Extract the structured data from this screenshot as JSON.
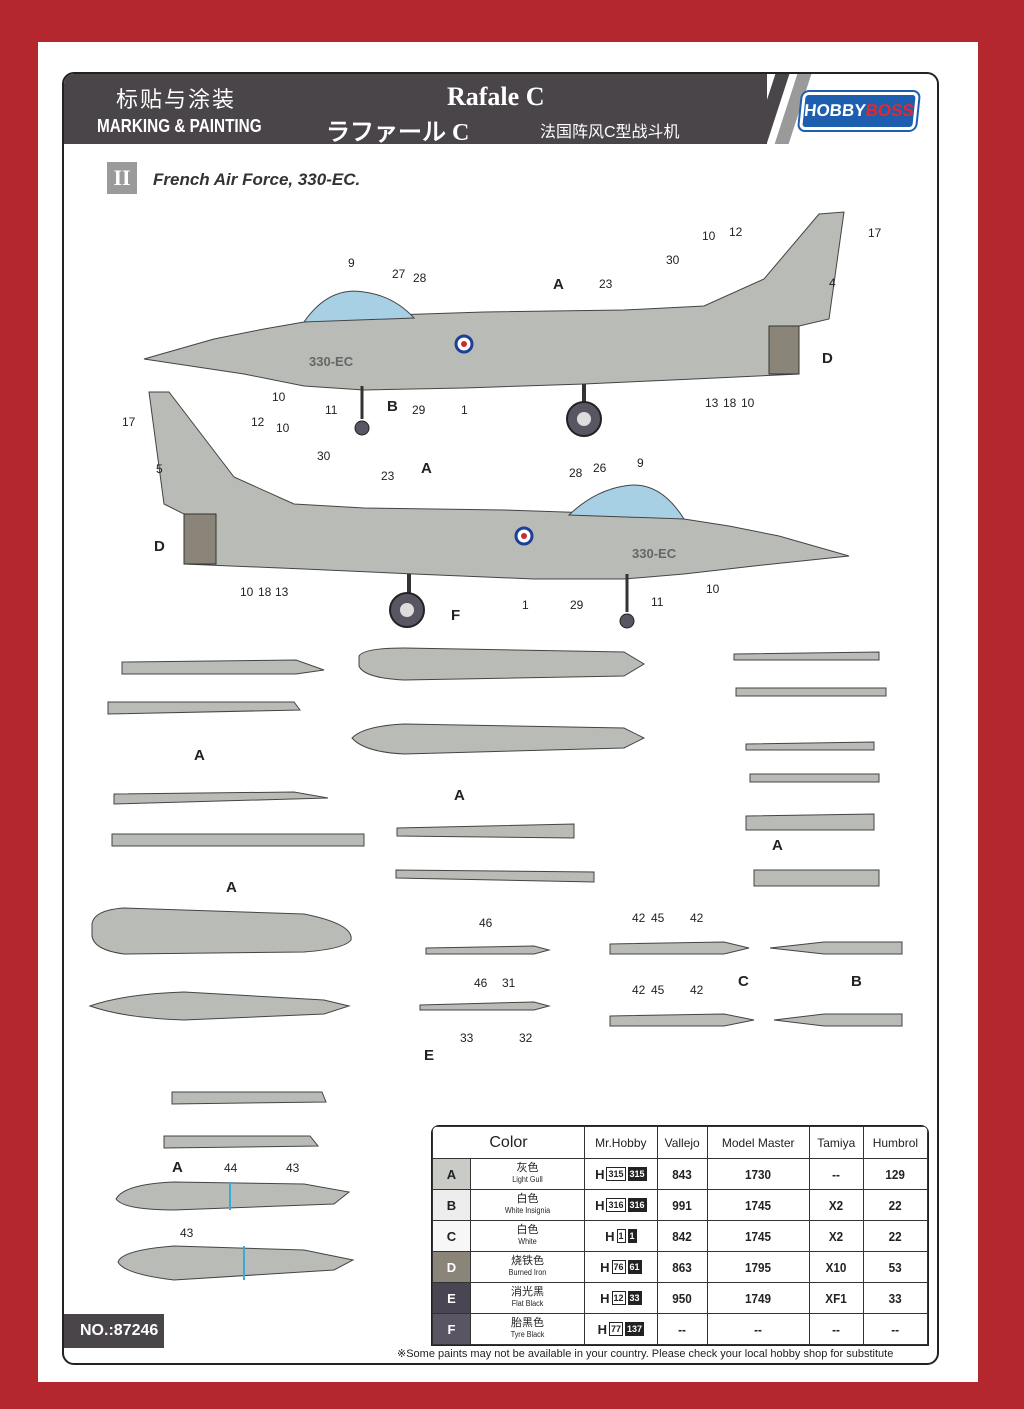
{
  "header": {
    "title_cn": "标贴与涂装",
    "title_en": "MARKING & PAINTING",
    "model_name": "Rafale C",
    "model_name_jp": "ラファール C",
    "model_name_cn": "法国阵风C型战斗机",
    "brand_left": "HOBBY",
    "brand_right": "BOSS"
  },
  "scheme": {
    "badge": "II",
    "title": "French Air Force, 330-EC."
  },
  "aircraft": {
    "side_marking": "330-EC",
    "top_callouts": [
      "9",
      "27",
      "28",
      "A",
      "23",
      "30",
      "10",
      "12",
      "17",
      "4",
      "D",
      "10",
      "11",
      "B",
      "29",
      "1",
      "13",
      "18",
      "10"
    ],
    "bottom_callouts": [
      "17",
      "12",
      "10",
      "5",
      "30",
      "A",
      "23",
      "28",
      "26",
      "9",
      "D",
      "10",
      "18",
      "13",
      "F",
      "1",
      "29",
      "11",
      "10"
    ]
  },
  "stores_callouts": {
    "a1": "A",
    "a2": "A",
    "a3": "A",
    "a4": "A",
    "a5": "A",
    "m46": "46",
    "m46b": "46",
    "m31": "31",
    "m33": "33",
    "m32": "32",
    "mE": "E",
    "p42a": "42",
    "p45a": "45",
    "p42b": "42",
    "p42c": "42",
    "p45b": "45",
    "p42d": "42",
    "c": "C",
    "b": "B",
    "k44": "44",
    "k43": "43",
    "k43b": "43"
  },
  "color_table": {
    "headers": [
      "Color",
      "Mr.Hobby",
      "Vallejo",
      "Model Master",
      "Tamiya",
      "Humbrol"
    ],
    "rows": [
      {
        "key": "A",
        "cn": "灰色",
        "en": "Light Gull",
        "mrh_prefix": "H",
        "mrh_a": "315",
        "mrh_b": "315",
        "vallejo": "843",
        "model_master": "1730",
        "tamiya": "--",
        "humbrol": "129",
        "swatch": "#c9cbc6"
      },
      {
        "key": "B",
        "cn": "白色",
        "en": "White Insignia",
        "mrh_prefix": "H",
        "mrh_a": "316",
        "mrh_b": "316",
        "vallejo": "991",
        "model_master": "1745",
        "tamiya": "X2",
        "humbrol": "22",
        "swatch": "#ededed"
      },
      {
        "key": "C",
        "cn": "白色",
        "en": "White",
        "mrh_prefix": "H",
        "mrh_a": "1",
        "mrh_b": "1",
        "vallejo": "842",
        "model_master": "1745",
        "tamiya": "X2",
        "humbrol": "22",
        "swatch": "#f7f7f7"
      },
      {
        "key": "D",
        "cn": "烧铁色",
        "en": "Burned Iron",
        "mrh_prefix": "H",
        "mrh_a": "76",
        "mrh_b": "61",
        "vallejo": "863",
        "model_master": "1795",
        "tamiya": "X10",
        "humbrol": "53",
        "swatch": "#8b8478"
      },
      {
        "key": "E",
        "cn": "消光黑",
        "en": "Flat Black",
        "mrh_prefix": "H",
        "mrh_a": "12",
        "mrh_b": "33",
        "vallejo": "950",
        "model_master": "1749",
        "tamiya": "XF1",
        "humbrol": "33",
        "swatch": "#4a4552"
      },
      {
        "key": "F",
        "cn": "胎黑色",
        "en": "Tyre Black",
        "mrh_prefix": "H",
        "mrh_a": "77",
        "mrh_b": "137",
        "vallejo": "--",
        "model_master": "--",
        "tamiya": "--",
        "humbrol": "--",
        "swatch": "#5a5562"
      }
    ]
  },
  "footnote": "※Some paints may not be available in your country. Please check your local hobby shop for substitute",
  "kit_number": "NO.:87246",
  "colors": {
    "border_red": "#b5272e",
    "header_gray": "#4a4548",
    "aircraft_gray": "#b9bcb6",
    "brand_blue": "#1d5fae"
  }
}
